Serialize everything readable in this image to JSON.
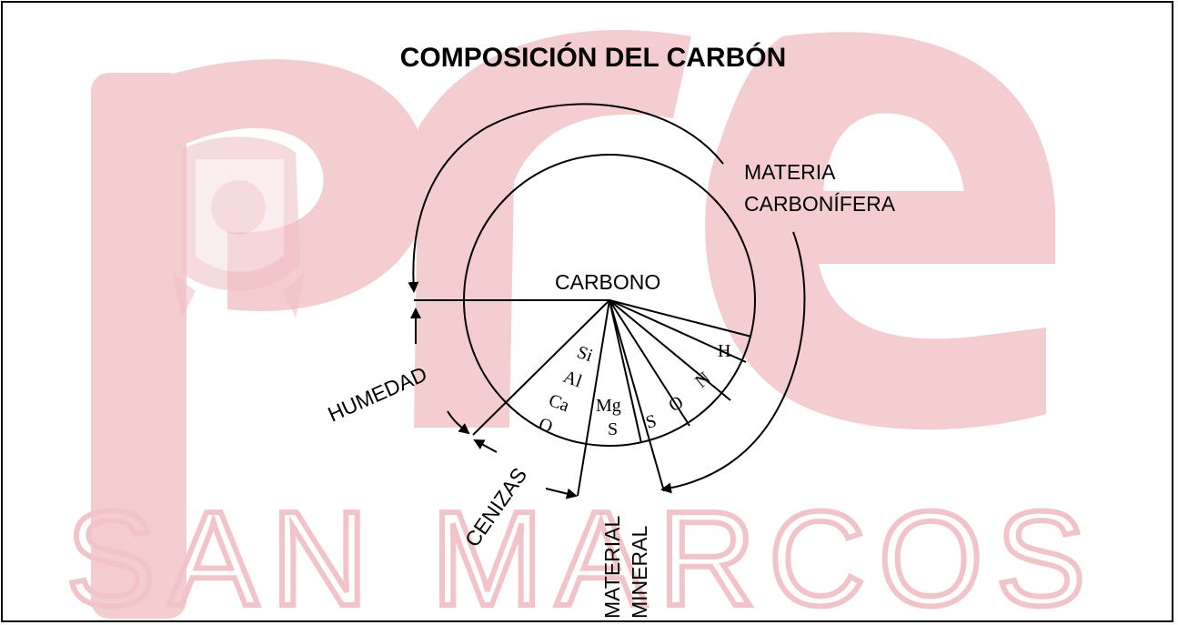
{
  "title": "COMPOSICIÓN DEL CARBÓN",
  "labels": {
    "carbono": "CARBONO",
    "materia_line1": "MATERIA",
    "materia_line2": "CARBONÍFERA",
    "humedad": "HUMEDAD",
    "cenizas": "CENIZAS",
    "material_mineral_line1": "MATERIAL",
    "material_mineral_line2": "MINERAL"
  },
  "elements": {
    "si": "Si",
    "al": "Al",
    "ca": "Ca",
    "o1": "O",
    "mg": "Mg",
    "s1": "S",
    "s2": "S",
    "o2": "O",
    "n": "N",
    "h": "H"
  },
  "watermark": {
    "text": "SAN MARCOS",
    "logo_text": "pre",
    "color": "#f2c4c9"
  },
  "colors": {
    "ink": "#000000",
    "watermark": "#f2c4c9"
  }
}
